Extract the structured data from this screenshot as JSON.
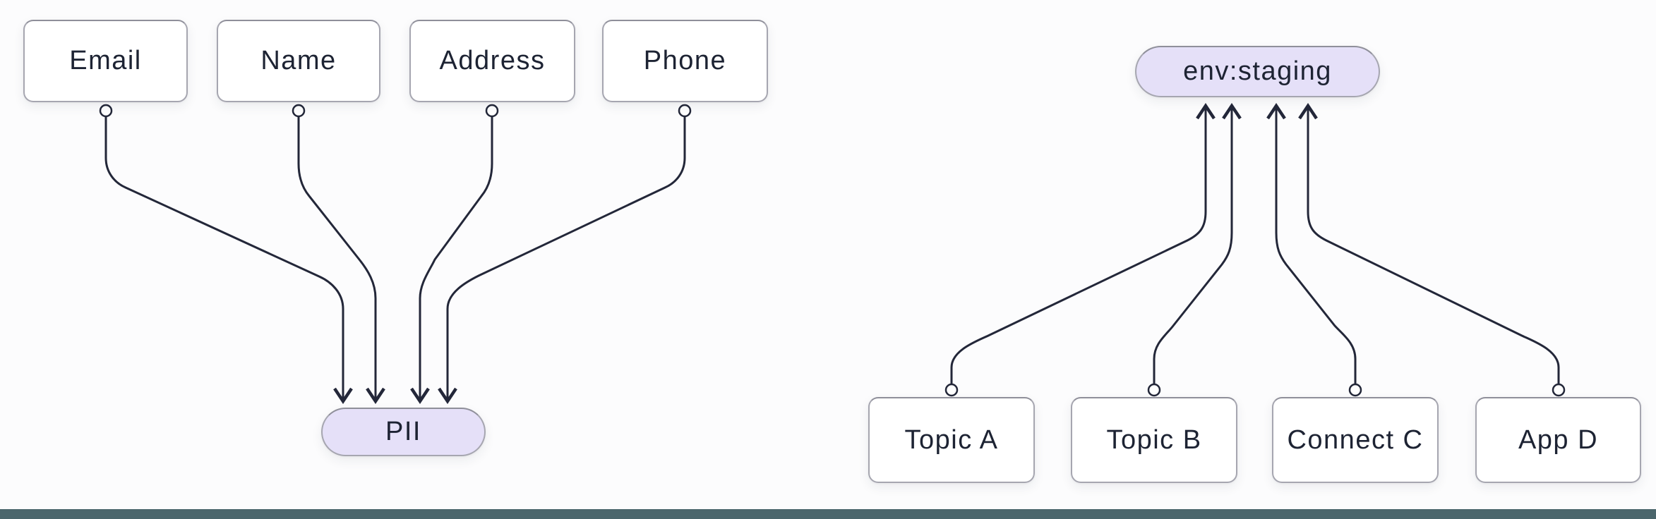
{
  "colors": {
    "background": "#fcfcfd",
    "node_fill": "#ffffff",
    "node_border": "#a6a6b0",
    "pill_fill": "#e5e0f8",
    "edge_stroke": "#232739",
    "label_text": "#1d2333",
    "footer_bar": "#4b666c"
  },
  "left_diagram": {
    "sources": [
      {
        "label": "Email"
      },
      {
        "label": "Name"
      },
      {
        "label": "Address"
      },
      {
        "label": "Phone"
      }
    ],
    "target": {
      "label": "PII"
    }
  },
  "right_diagram": {
    "target": {
      "label": "env:staging"
    },
    "sources": [
      {
        "label": "Topic A"
      },
      {
        "label": "Topic B"
      },
      {
        "label": "Connect C"
      },
      {
        "label": "App D"
      }
    ]
  }
}
